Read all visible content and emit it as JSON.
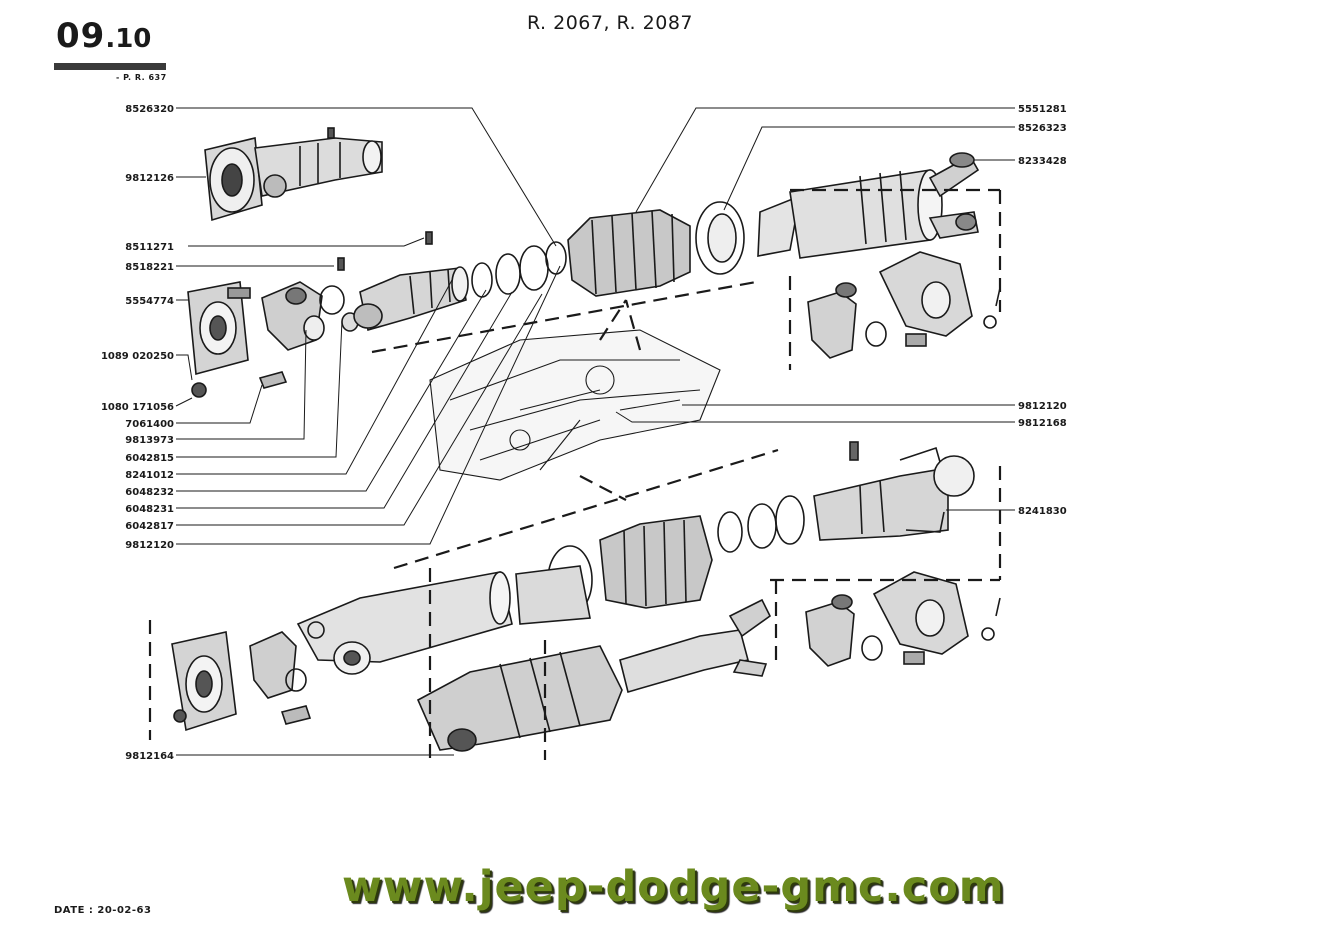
{
  "header": {
    "section_major": "09",
    "section_minor": ".10",
    "reference": "- P. R. 637",
    "models": "R. 2067, R. 2087"
  },
  "footer": {
    "date": "DATE : 20-02-63",
    "watermark": "www.jeep-dodge-gmc.com"
  },
  "parts": {
    "left": [
      "8526320",
      "9812126",
      "8511271",
      "8518221",
      "5554774",
      "1089 020250",
      "1080 171056",
      "7061400",
      "9813973",
      "6042815",
      "8241012",
      "6048232",
      "6048231",
      "6042817",
      "9812120",
      "9812164"
    ],
    "right": [
      "5551281",
      "8526323",
      "8233428",
      "9812120",
      "9812168",
      "8241830"
    ]
  },
  "colors": {
    "ink": "#1a1a1a",
    "watermark": "#6b8a1e"
  }
}
